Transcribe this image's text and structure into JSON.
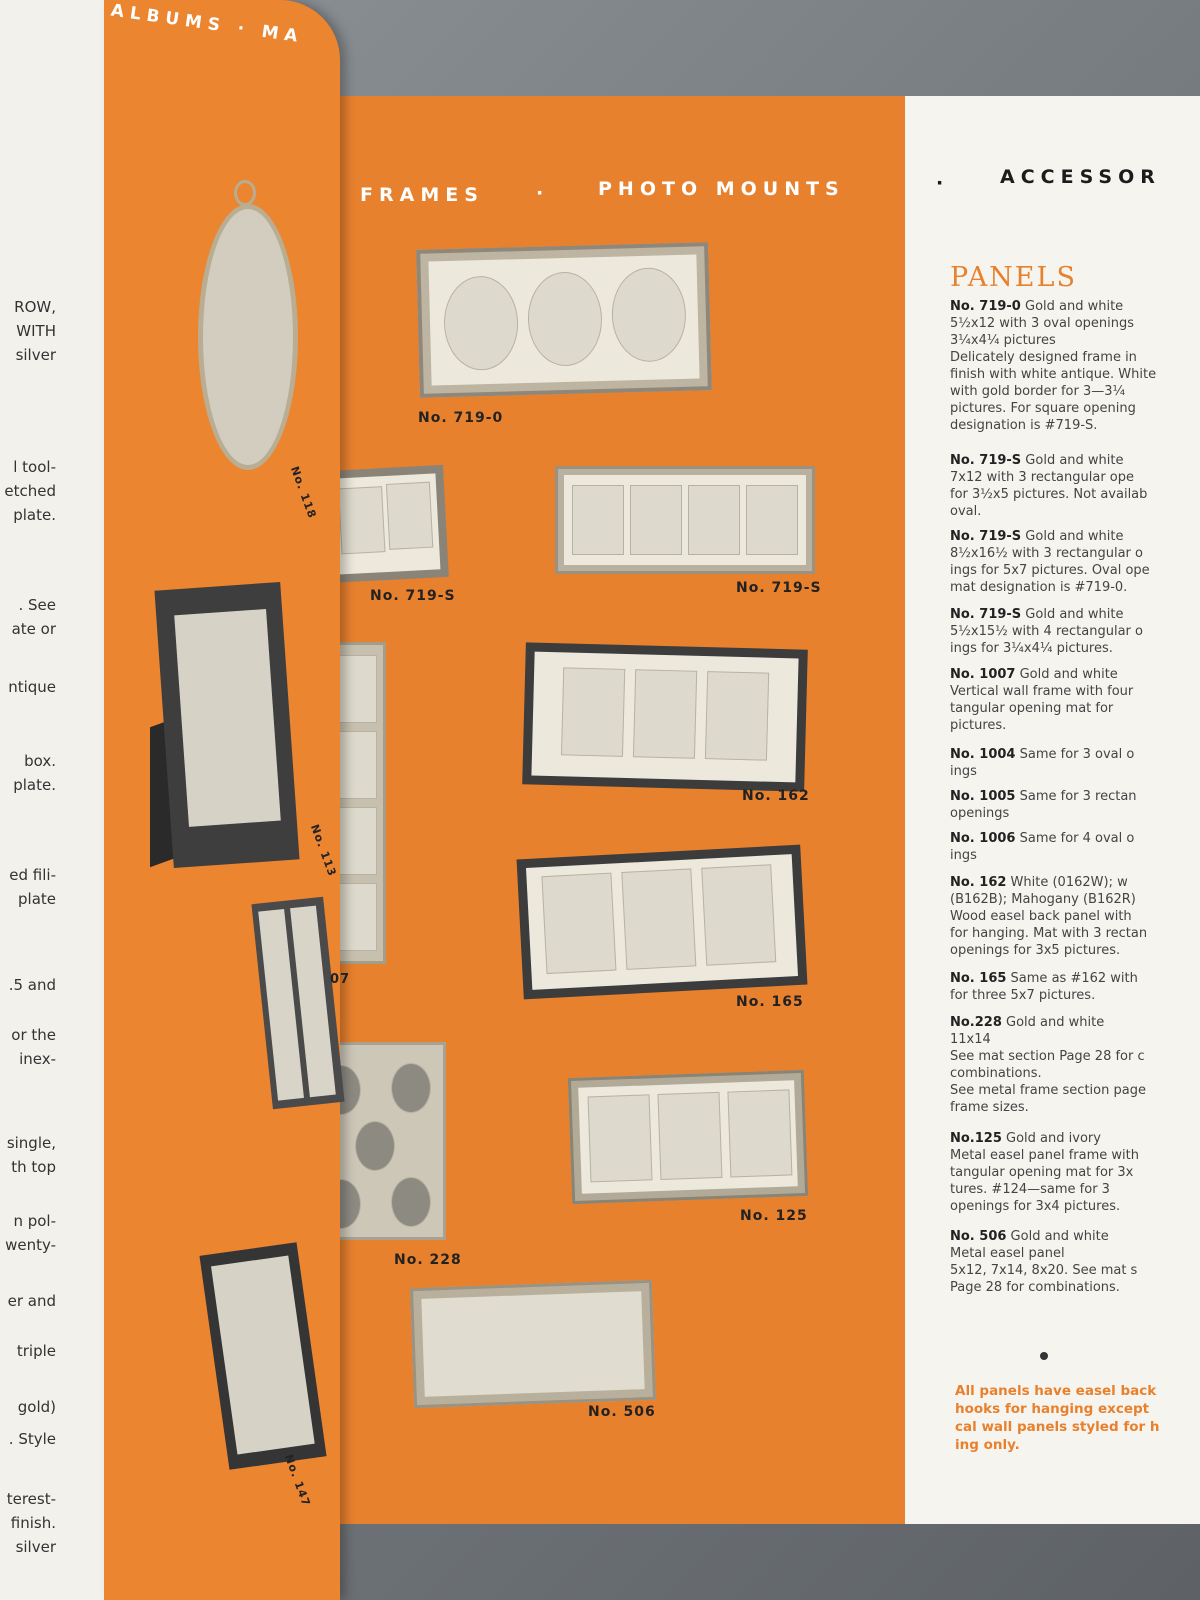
{
  "header_left": "ALBUMS  ·  MA",
  "header_right": [
    "FRAMES",
    "·",
    "PHOTO MOUNTS",
    "·",
    "ACCESSOR"
  ],
  "left_margin_text": [
    "ROW,",
    "WITH",
    "silver",
    "l tool-",
    "etched",
    "plate.",
    ". See",
    "ate or",
    "ntique",
    "box.",
    "plate.",
    "ed fili-",
    "plate",
    ".5 and",
    "or the",
    "inex-",
    "single,",
    "th top",
    "n pol-",
    "wenty-",
    "er and",
    "triple",
    "gold)",
    ". Style",
    "terest-",
    "finish.",
    "silver"
  ],
  "left_captions": [
    "No. 118",
    "No. 113",
    "07",
    "No. 147"
  ],
  "captions": [
    "No. 719-0",
    "No. 719-S",
    "No. 719-S",
    "No. 162",
    "No. 165",
    "No. 228",
    "No. 125",
    "No. 506"
  ],
  "panels_title": "PANELS",
  "items": [
    {
      "no": "No. 719-0",
      "text": " Gold and white\n5½x12 with 3 oval openings\n3¼x4¼ pictures\nDelicately designed frame in\nfinish with white antique. White\nwith gold border for 3—3¼\npictures. For square opening\ndesignation is #719-S."
    },
    {
      "no": "No. 719-S",
      "text": " Gold and white\n7x12 with 3 rectangular ope\nfor 3½x5 pictures. Not availab\noval."
    },
    {
      "no": "No. 719-S",
      "text": " Gold and white\n8½x16½ with 3 rectangular o\nings for 5x7 pictures. Oval ope\nmat designation is #719-0."
    },
    {
      "no": "No. 719-S",
      "text": " Gold and white\n5½x15½ with 4 rectangular o\nings for 3¼x4¼ pictures."
    },
    {
      "no": "No. 1007",
      "text": " Gold and white\nVertical wall frame with four\ntangular opening mat for\npictures."
    },
    {
      "no": "No. 1004",
      "text": " Same for 3 oval o\nings"
    },
    {
      "no": "No. 1005",
      "text": " Same for 3 rectan\nopenings"
    },
    {
      "no": "No. 1006",
      "text": " Same for 4 oval o\nings"
    },
    {
      "no": "No. 162",
      "text": " White (0162W); w\n(B162B); Mahogany (B162R)\nWood easel back panel with\nfor hanging. Mat with 3 rectan\nopenings for 3x5 pictures."
    },
    {
      "no": "No. 165",
      "text": " Same as #162 with\nfor three 5x7 pictures."
    },
    {
      "no": "No.228",
      "text": " Gold and white\n11x14\nSee mat section Page 28 for c\ncombinations.\nSee metal frame section page\nframe sizes."
    },
    {
      "no": "No.125",
      "text": " Gold and ivory\nMetal easel panel frame with\ntangular opening mat for 3x\ntures. #124—same for 3\nopenings for 3x4 pictures."
    },
    {
      "no": "No. 506",
      "text": " Gold and white\nMetal easel panel\n5x12, 7x14, 8x20. See mat s\nPage 28 for combinations."
    }
  ],
  "footer_note": "All panels have easel back\nhooks for hanging except\ncal wall panels styled for h\ning only."
}
